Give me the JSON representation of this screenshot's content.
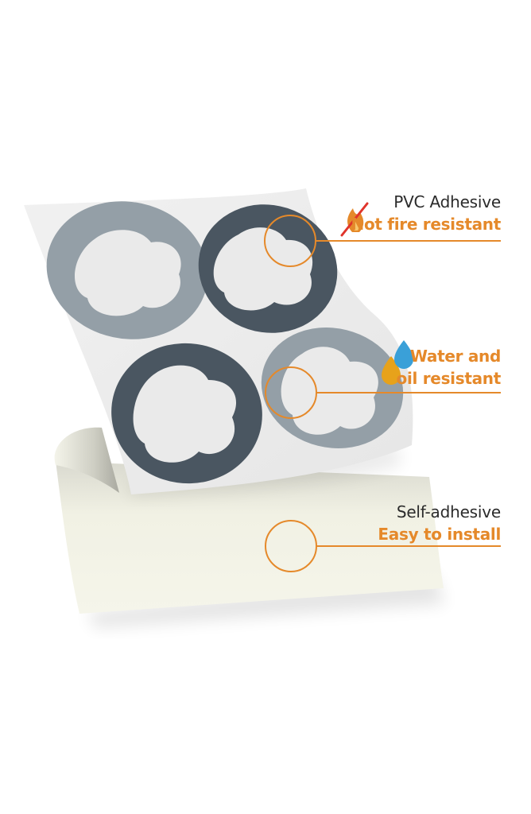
{
  "colors": {
    "accent": "#e5892a",
    "dark_tile": "#4a5661",
    "light_tile": "#949fa7",
    "sheet": "#ececec",
    "backing": "#f3f3e6",
    "water_drop": "#3aa0d8",
    "oil_drop": "#e7a21b"
  },
  "icons": {
    "fire": "no-fire-icon",
    "drops": "water-oil-drops-icon"
  },
  "callouts": [
    {
      "line1": "PVC Adhesive",
      "line2": "Not fire resistant"
    },
    {
      "line1": "Water and",
      "line2": "oil resistant"
    },
    {
      "line1": "Self-adhesive",
      "line2": "Easy to install"
    }
  ]
}
